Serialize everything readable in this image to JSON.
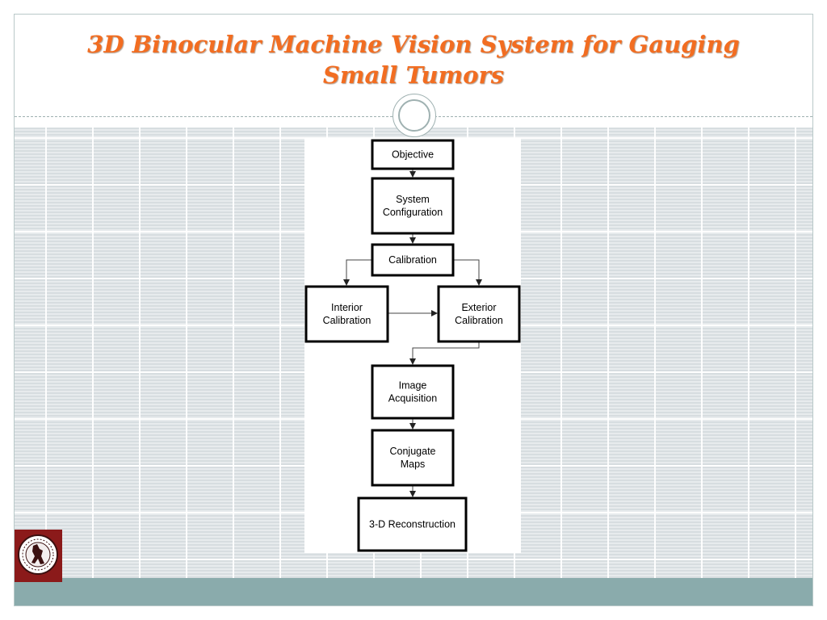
{
  "slide": {
    "title_lines": [
      "3D Binocular Machine Vision System for Gauging",
      "Small Tumors"
    ],
    "colors": {
      "title": "#f26d21",
      "footer": "#8aabac",
      "grid": "#dde3e5",
      "logo": "#8b1a1a"
    }
  },
  "flowchart": {
    "nodes": {
      "objective": {
        "lines": [
          "Objective"
        ]
      },
      "system_configuration": {
        "lines": [
          "System",
          "Configuration"
        ]
      },
      "calibration": {
        "lines": [
          "Calibration"
        ]
      },
      "interior_calibration": {
        "lines": [
          "Interior",
          "Calibration"
        ]
      },
      "exterior_calibration": {
        "lines": [
          "Exterior",
          "Calibration"
        ]
      },
      "image_acquisition": {
        "lines": [
          "Image",
          "Acquisition"
        ]
      },
      "conjugate_maps": {
        "lines": [
          "Conjugate",
          "Maps"
        ]
      },
      "reconstruction": {
        "lines": [
          "3-D Reconstruction"
        ]
      }
    },
    "edges": [
      [
        "objective",
        "system_configuration"
      ],
      [
        "system_configuration",
        "calibration"
      ],
      [
        "calibration",
        "interior_calibration"
      ],
      [
        "calibration",
        "exterior_calibration"
      ],
      [
        "interior_calibration",
        "exterior_calibration"
      ],
      [
        "exterior_calibration",
        "image_acquisition"
      ],
      [
        "image_acquisition",
        "conjugate_maps"
      ],
      [
        "conjugate_maps",
        "reconstruction"
      ]
    ]
  },
  "logo": {
    "icon": "university-seal-icon"
  }
}
